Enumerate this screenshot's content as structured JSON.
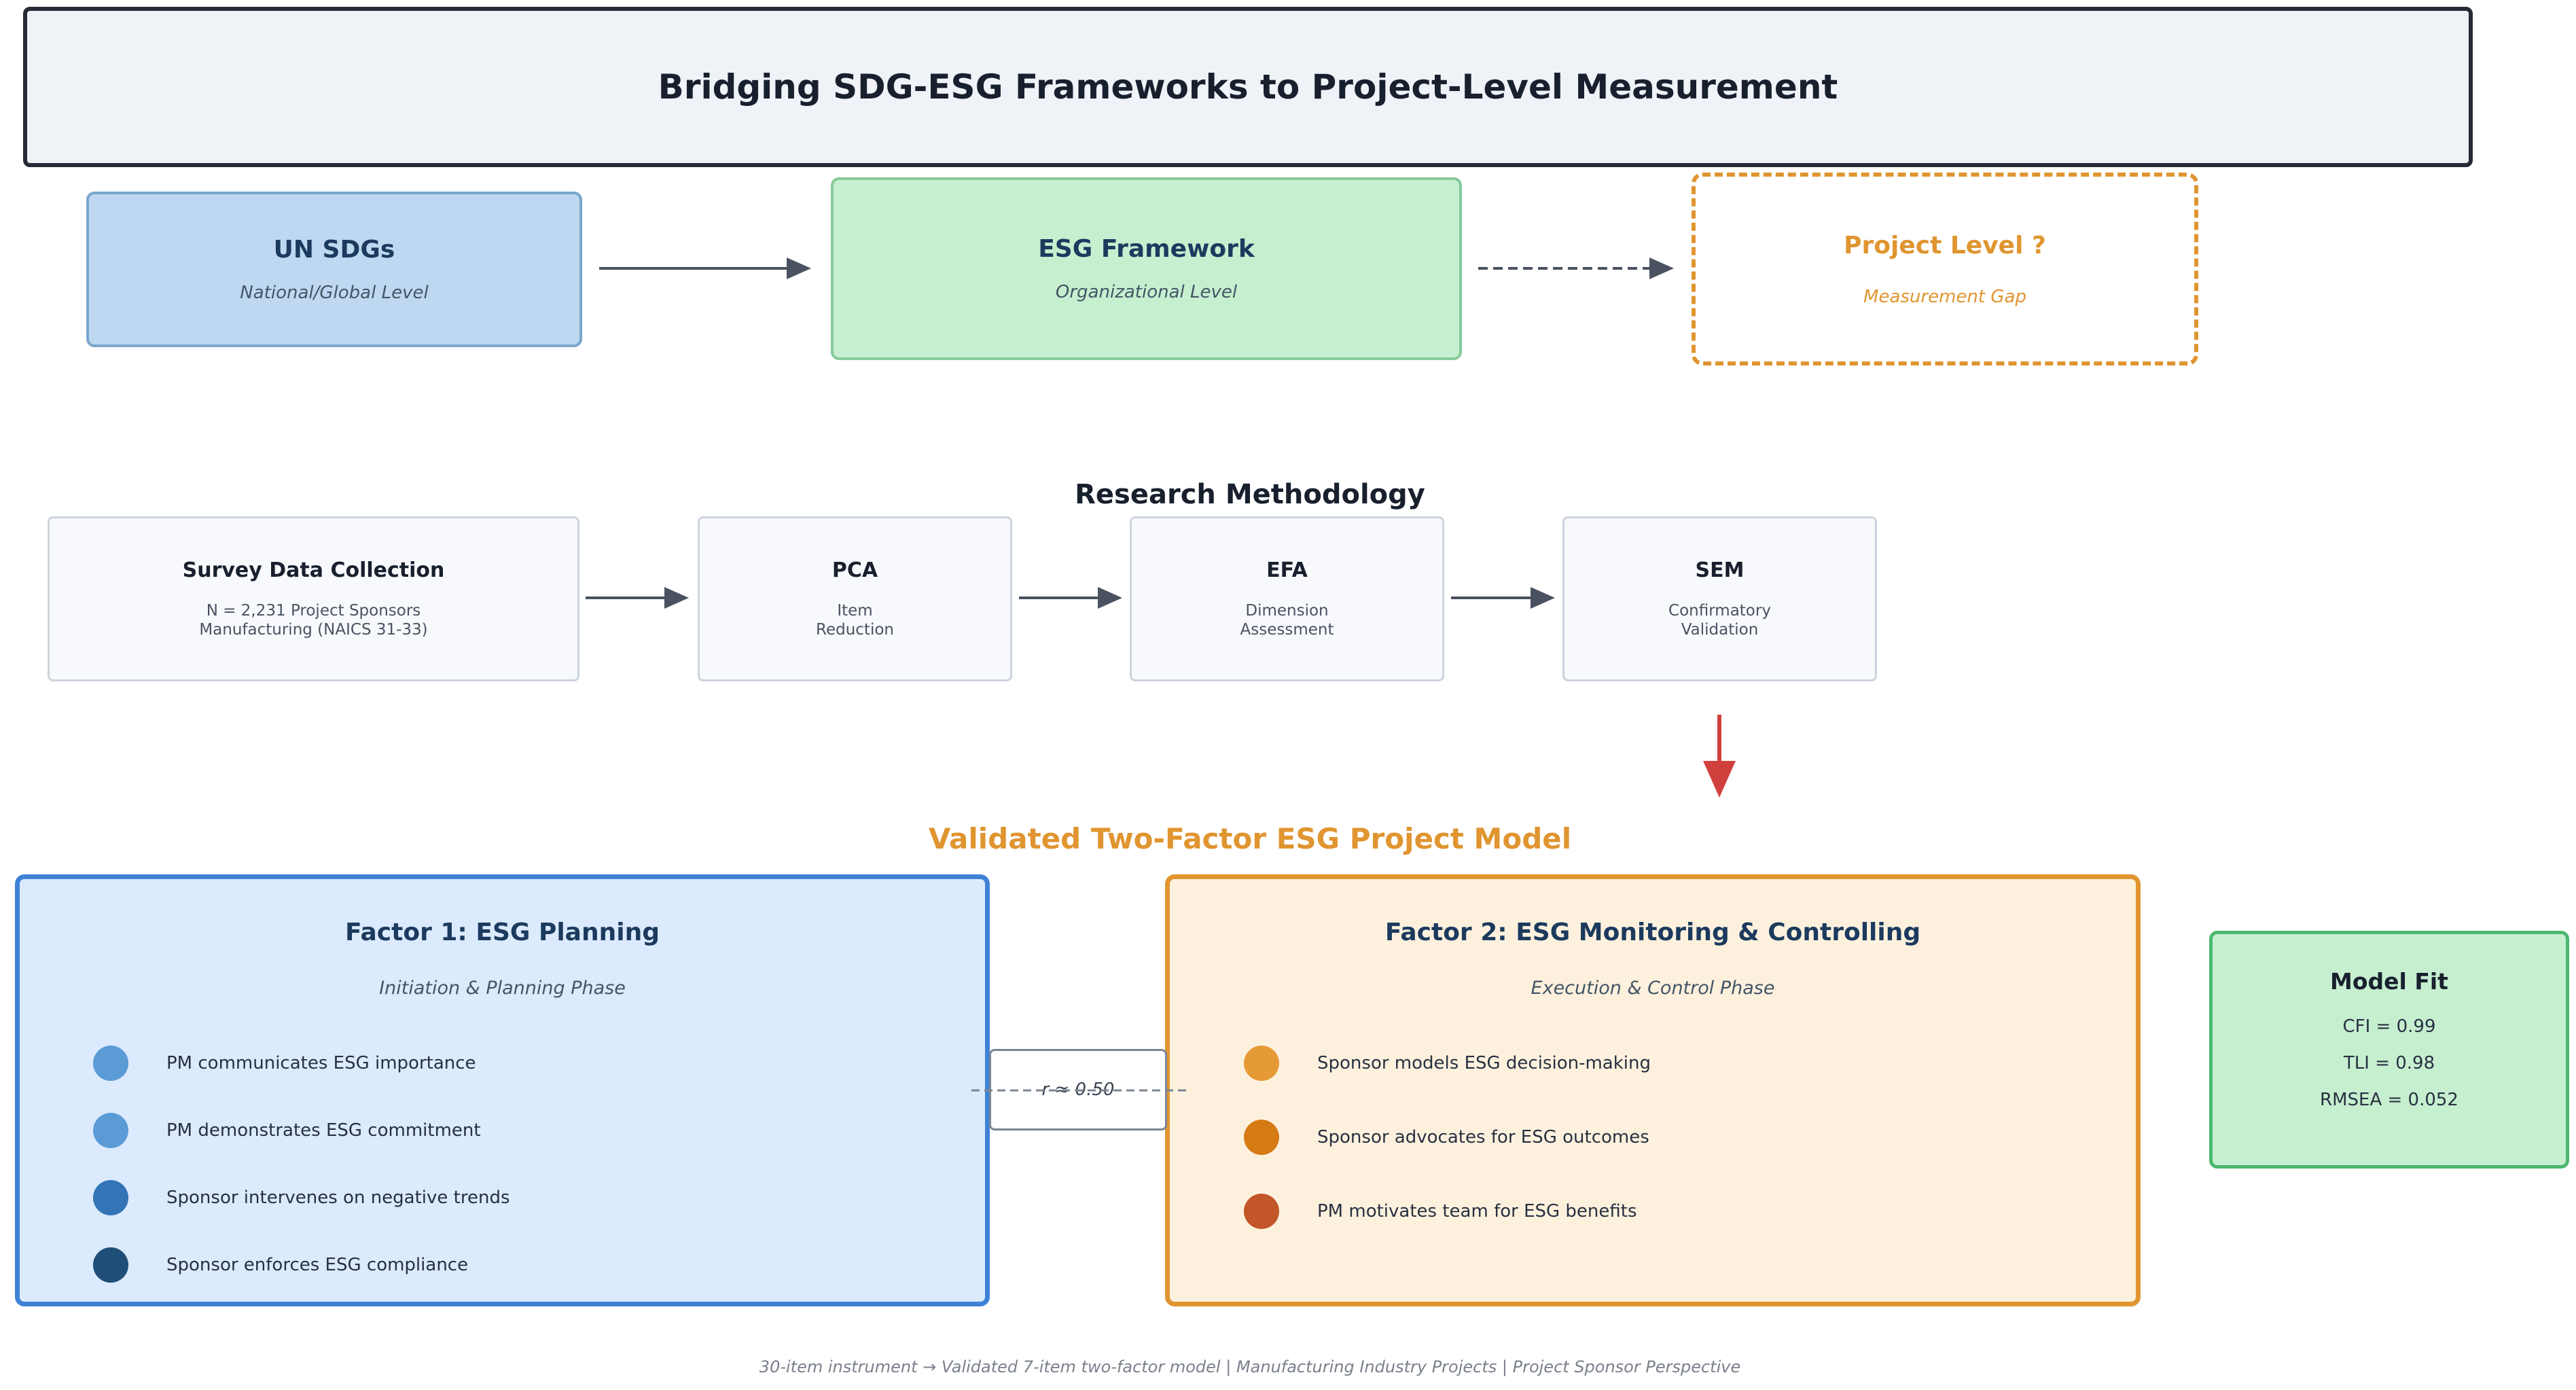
{
  "header": {
    "title": "Bridging SDG-ESG Frameworks to Project-Level Measurement"
  },
  "top_flow": {
    "sdg": {
      "title": "UN SDGs",
      "subtitle": "National/Global Level"
    },
    "esg": {
      "title": "ESG Framework",
      "subtitle": "Organizational Level"
    },
    "project": {
      "title": "Project Level ?",
      "subtitle": "Measurement Gap"
    }
  },
  "methodology": {
    "title": "Research Methodology",
    "steps": [
      {
        "title": "Survey Data Collection",
        "subtitle": "N = 2,231 Project Sponsors\nManufacturing (NAICS 31-33)"
      },
      {
        "title": "PCA",
        "subtitle": "Item\nReduction"
      },
      {
        "title": "EFA",
        "subtitle": "Dimension\nAssessment"
      },
      {
        "title": "SEM",
        "subtitle": "Confirmatory\nValidation"
      }
    ]
  },
  "model": {
    "title": "Validated Two-Factor ESG Project Model",
    "factor1": {
      "title": "Factor 1: ESG Planning",
      "subtitle": "Initiation & Planning Phase",
      "items": [
        "PM communicates ESG importance",
        "PM demonstrates ESG commitment",
        "Sponsor intervenes on negative trends",
        "Sponsor enforces ESG compliance"
      ],
      "dot_colors": [
        "#5b9bd5",
        "#5b9bd5",
        "#3274b5",
        "#1f4e79"
      ]
    },
    "factor2": {
      "title": "Factor 2: ESG Monitoring & Controlling",
      "subtitle": "Execution & Control Phase",
      "items": [
        "Sponsor models ESG decision-making",
        "Sponsor advocates for ESG outcomes",
        "PM motivates team for ESG benefits"
      ],
      "dot_colors": [
        "#e69a35",
        "#d67a14",
        "#c35628"
      ]
    },
    "correlation": "r ≈ 0.50",
    "fit": {
      "title": "Model Fit",
      "cfi": "CFI = 0.99",
      "tli": "TLI = 0.98",
      "rmsea": "RMSEA = 0.052"
    }
  },
  "footer": "30-item instrument → Validated 7-item two-factor model  |  Manufacturing Industry Projects  |  Project Sponsor Perspective",
  "colors": {
    "planning_border": "#3e82d6",
    "monitoring_border": "#e09530",
    "fit_border": "#4cb870",
    "down_arrow": "#d0413e"
  }
}
